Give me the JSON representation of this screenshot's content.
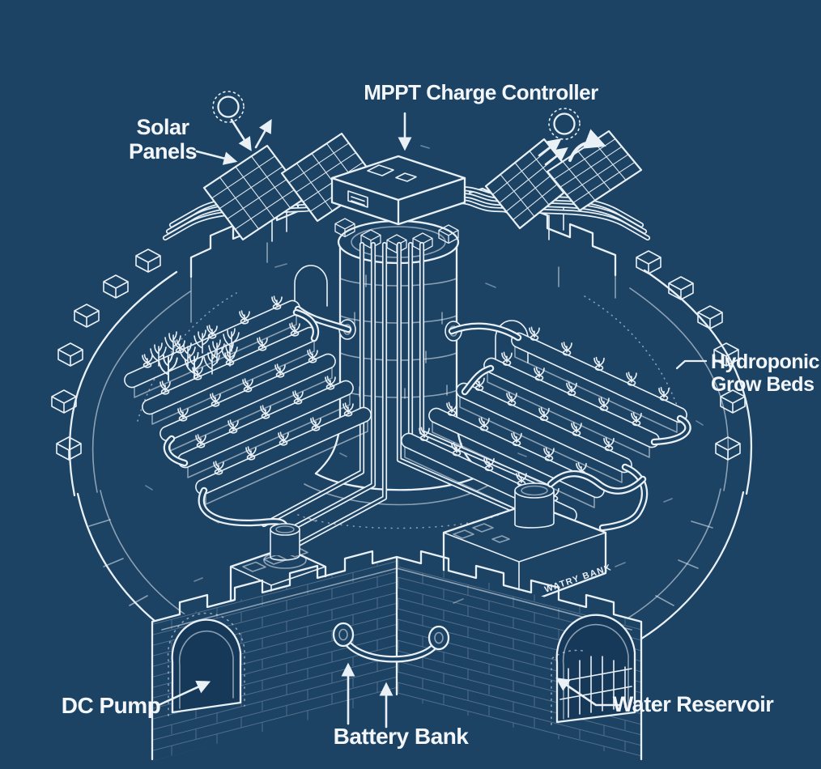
{
  "colors": {
    "background": "#1c4264",
    "line": "#e9f0f6",
    "text": "#f3f7fb"
  },
  "labels": {
    "solar_panels_line1": "Solar",
    "solar_panels_line2": "Panels",
    "mppt": "MPPT Charge Controller",
    "grow_beds_line1": "Hydroponic",
    "grow_beds_line2": "Grow Beds",
    "dc_pump": "DC Pump",
    "battery_bank": "Battery Bank",
    "water_reservoir": "Water Reservoir",
    "battery_box_marking": "WATRY BANK"
  },
  "icons": {
    "sun_left": "sun-icon",
    "sun_right": "sun-icon",
    "sunlight_arrows": "arrow-icons"
  }
}
